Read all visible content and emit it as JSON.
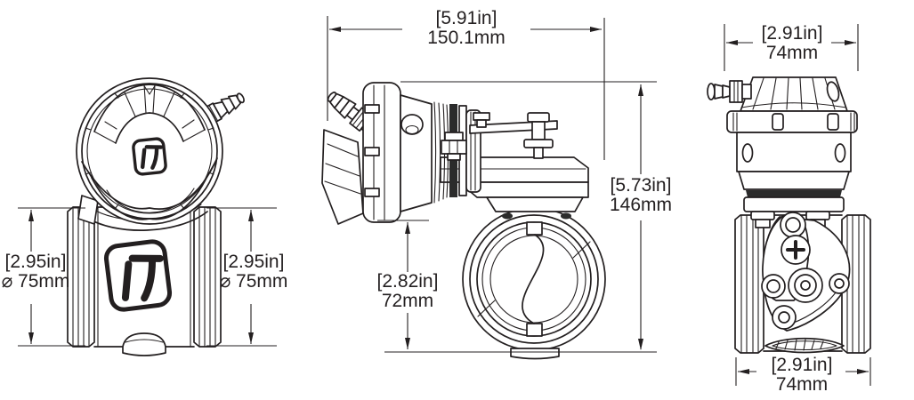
{
  "drawing": {
    "background": "#ffffff",
    "line_color": "#231f20",
    "views": {
      "front": "front-view",
      "side": "side-view",
      "rear": "rear-view"
    },
    "logos": {
      "tube_emblem": "turbosmart-t-logo",
      "cap_emblem": "turbosmart-t-logo"
    },
    "dimensions": {
      "front_left_diameter": {
        "inches": "[2.95in]",
        "metric": "⌀ 75mm"
      },
      "front_right_diameter": {
        "inches": "[2.95in]",
        "metric": "⌀ 75mm"
      },
      "side_overall_width": {
        "inches": "[5.91in]",
        "metric": "150.1mm"
      },
      "side_overall_height": {
        "inches": "[5.73in]",
        "metric": "146mm"
      },
      "side_tube_height": {
        "inches": "[2.82in]",
        "metric": "72mm"
      },
      "rear_top_width": {
        "inches": "[2.91in]",
        "metric": "74mm"
      },
      "rear_bottom_width": {
        "inches": "[2.91in]",
        "metric": "74mm"
      }
    }
  }
}
